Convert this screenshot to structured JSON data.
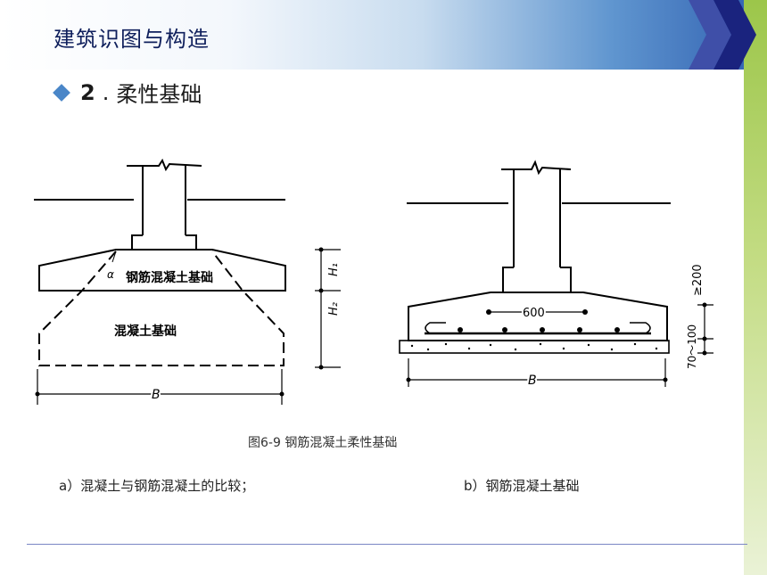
{
  "header": {
    "title": "建筑识图与构造"
  },
  "section": {
    "number": "2",
    "separator": ".",
    "title": "柔性基础"
  },
  "figure": {
    "left_labels": {
      "rc_foundation": "钢筋混凝土基础",
      "concrete_foundation": "混凝土基础",
      "alpha": "α",
      "h1": "H₁",
      "h2": "H₂",
      "width": "B"
    },
    "right_labels": {
      "spacing": "600",
      "min_height": "≥200",
      "cushion": "70～100",
      "width": "B"
    },
    "caption": "图6-9 钢筋混凝土柔性基础",
    "sub_a": "a）混凝土与钢筋混凝土的比较；",
    "sub_b": "b）钢筋混凝土基础"
  },
  "colors": {
    "title": "#0f1f5c",
    "accent": "#4a86c8",
    "footer_line": "#7a86c4"
  }
}
